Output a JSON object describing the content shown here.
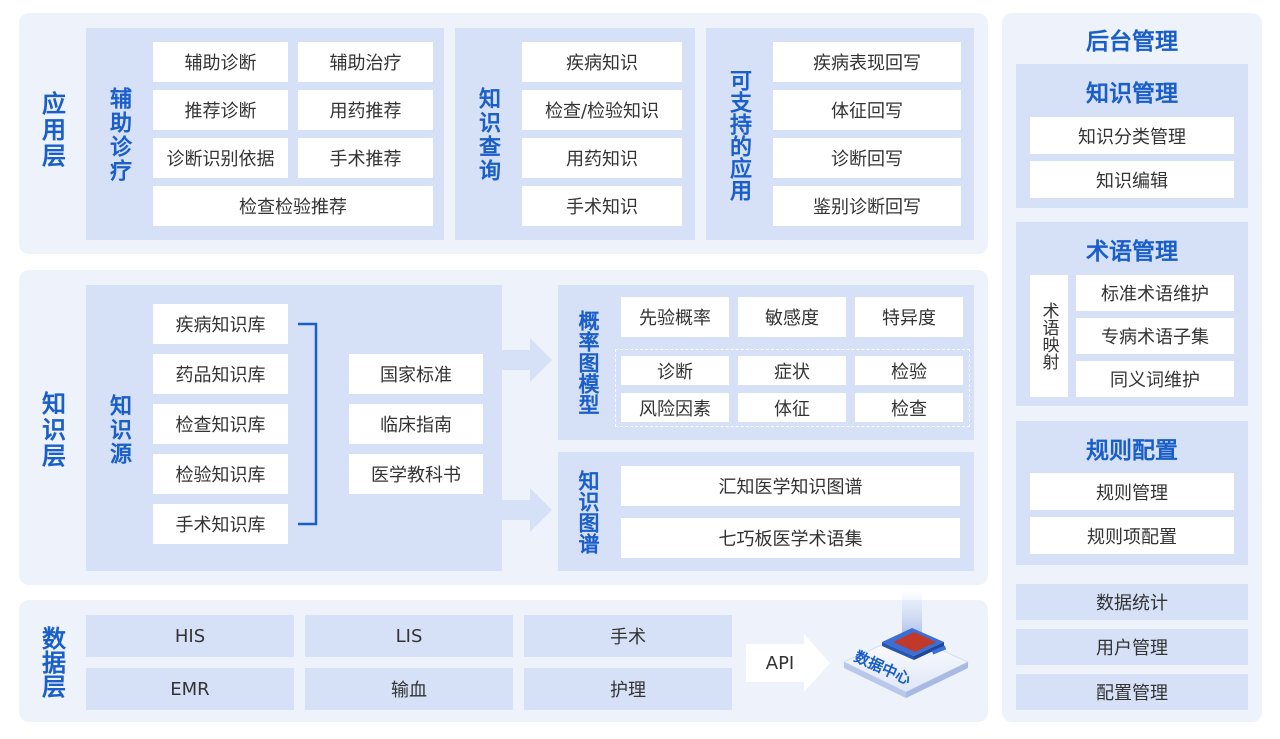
{
  "application_layer": {
    "label": "应用层",
    "assist": {
      "label": "辅助诊疗",
      "items": [
        "辅助诊断",
        "辅助治疗",
        "推荐诊断",
        "用药推荐",
        "诊断识别依据",
        "手术推荐",
        "检查检验推荐"
      ]
    },
    "query": {
      "label": "知识查询",
      "items": [
        "疾病知识",
        "检查/检验知识",
        "用药知识",
        "手术知识"
      ]
    },
    "supported": {
      "label": "可支持的应用",
      "items": [
        "疾病表现回写",
        "体征回写",
        "诊断回写",
        "鉴别诊断回写"
      ]
    }
  },
  "knowledge_layer": {
    "label": "知识层",
    "source": {
      "label": "知识源",
      "libraries": [
        "疾病知识库",
        "药品知识库",
        "检查知识库",
        "检验知识库",
        "手术知识库"
      ],
      "references": [
        "国家标准",
        "临床指南",
        "医学教科书"
      ]
    },
    "prob_model": {
      "label": "概率图模型",
      "top": [
        "先验概率",
        "敏感度",
        "特异度"
      ],
      "grid": [
        "诊断",
        "症状",
        "检验",
        "风险因素",
        "体征",
        "检查"
      ]
    },
    "graph": {
      "label": "知识图谱",
      "items": [
        "汇知医学知识图谱",
        "七巧板医学术语集"
      ]
    }
  },
  "data_layer": {
    "label": "数据层",
    "items": [
      "HIS",
      "LIS",
      "手术",
      "EMR",
      "输血",
      "护理"
    ],
    "api_label": "API",
    "center_label": "数据中心"
  },
  "backend": {
    "title": "后台管理",
    "knowledge_mgmt": {
      "title": "知识管理",
      "items": [
        "知识分类管理",
        "知识编辑"
      ]
    },
    "term_mgmt": {
      "title": "术语管理",
      "side_label": "术语映射",
      "items": [
        "标准术语维护",
        "专病术语子集",
        "同义词维护"
      ]
    },
    "rule_config": {
      "title": "规则配置",
      "items": [
        "规则管理",
        "规则项配置"
      ]
    },
    "bars": [
      "数据统计",
      "用户管理",
      "配置管理"
    ]
  },
  "colors": {
    "accent": "#1a5ec8",
    "panel_bg": "#eef2fb",
    "box_bg": "#d6e1f7"
  }
}
